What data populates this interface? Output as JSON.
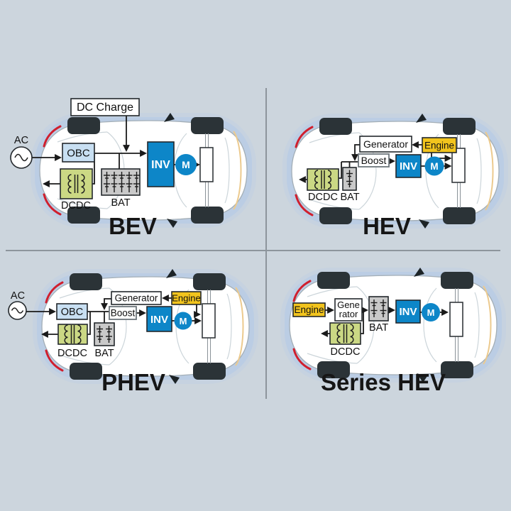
{
  "colors": {
    "background": "#ccd5dd",
    "inverter_blue": "#0d86c8",
    "engine_yellow": "#f2c41d",
    "dcdc_green": "#cbd884",
    "obc_blue": "#c8dff2",
    "battery_gray": "#c9c9c9",
    "divider_gray": "#8d959c",
    "car_glow_blue": "#b9cde4",
    "accent_red": "#d01f2e"
  },
  "icons": {
    "ac_source": "sine-wave-circle",
    "dcdc": "transformer-coils",
    "bat": "battery-cells",
    "motor": "circled-M",
    "arrow": "black-triangle"
  },
  "quadrants": [
    {
      "title": "BEV",
      "labels": {
        "ac": "AC",
        "dc_charge": "DC Charge",
        "obc": "OBC",
        "dcdc": "DCDC",
        "bat": "BAT",
        "inv": "INV",
        "motor": "M"
      }
    },
    {
      "title": "HEV",
      "labels": {
        "generator": "Generator",
        "engine": "Engine",
        "boost": "Boost",
        "dcdc": "DCDC",
        "bat": "BAT",
        "inv": "INV",
        "motor": "M"
      }
    },
    {
      "title": "PHEV",
      "labels": {
        "ac": "AC",
        "obc": "OBC",
        "generator": "Generator",
        "engine": "Engine",
        "boost": "Boost",
        "dcdc": "DCDC",
        "bat": "BAT",
        "inv": "INV",
        "motor": "M"
      }
    },
    {
      "title": "Series HEV",
      "labels": {
        "engine": "Engine",
        "generator_line1": "Gene",
        "generator_line2": "rator",
        "dcdc": "DCDC",
        "bat": "BAT",
        "inv": "INV",
        "motor": "M"
      }
    }
  ]
}
